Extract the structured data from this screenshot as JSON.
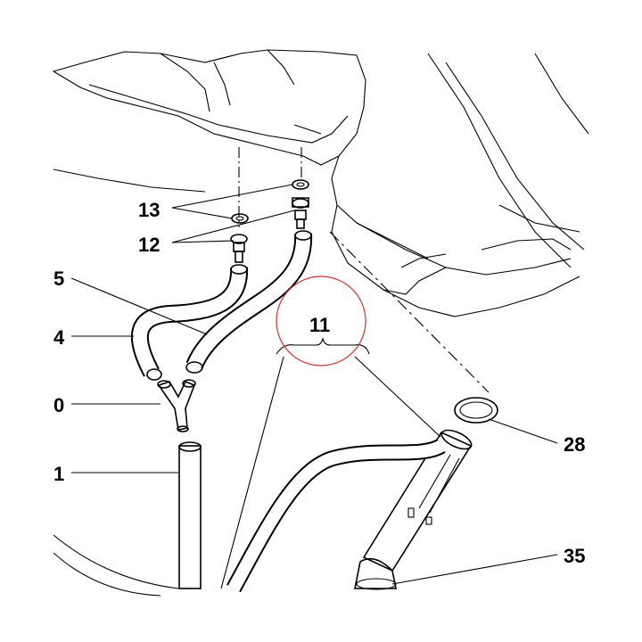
{
  "diagram": {
    "callouts": {
      "c13": "13",
      "c12": "12",
      "c5": "5",
      "c4": "4",
      "c10": "0",
      "c11": "11",
      "c1": "1",
      "c28": "28",
      "c35": "35"
    },
    "highlight_color": "#cc3333"
  }
}
